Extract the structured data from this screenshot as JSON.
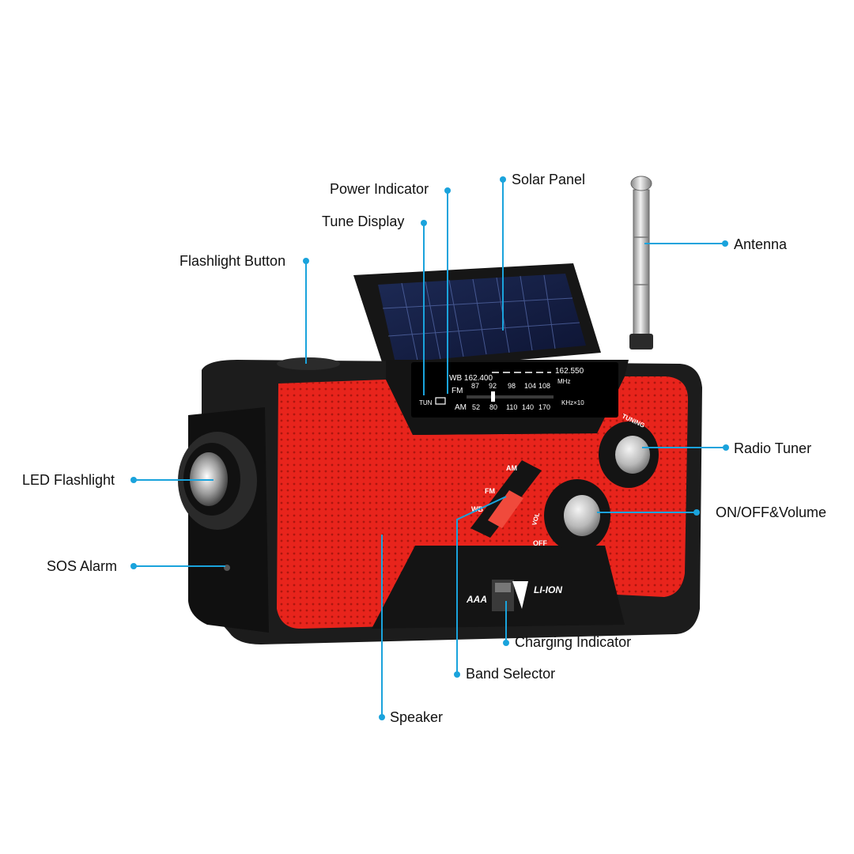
{
  "labels": {
    "power_indicator": "Power Indicator",
    "solar_panel": "Solar Panel",
    "tune_display": "Tune Display",
    "antenna": "Antenna",
    "flashlight_button": "Flashlight Button",
    "radio_tuner": "Radio Tuner",
    "led_flashlight": "LED Flashlight",
    "on_off_volume": "ON/OFF&Volume",
    "sos_alarm": "SOS Alarm",
    "charging_indicator": "Charging Indicator",
    "band_selector": "Band Selector",
    "speaker": "Speaker"
  },
  "dial": {
    "wb_start": "WB 162.400",
    "wb_end": "162.550",
    "mhz": "MHz",
    "fm": "FM",
    "fm_values": [
      "87",
      "92",
      "98",
      "104",
      "108"
    ],
    "tun": "TUN",
    "am": "AM",
    "am_values": [
      "52",
      "80",
      "110",
      "140",
      "170"
    ],
    "khz": "KHz×10"
  },
  "device": {
    "band_am": "AM",
    "band_fm": "FM",
    "band_wb": "WB",
    "tuning": "TUNING",
    "vol": "VOL",
    "off": "OFF",
    "battery_aaa": "AAA",
    "battery_li_ion": "LI-ION"
  },
  "colors": {
    "accent": "#1aa3dc",
    "body_red": "#e8241c",
    "body_black": "#1c1c1c"
  }
}
